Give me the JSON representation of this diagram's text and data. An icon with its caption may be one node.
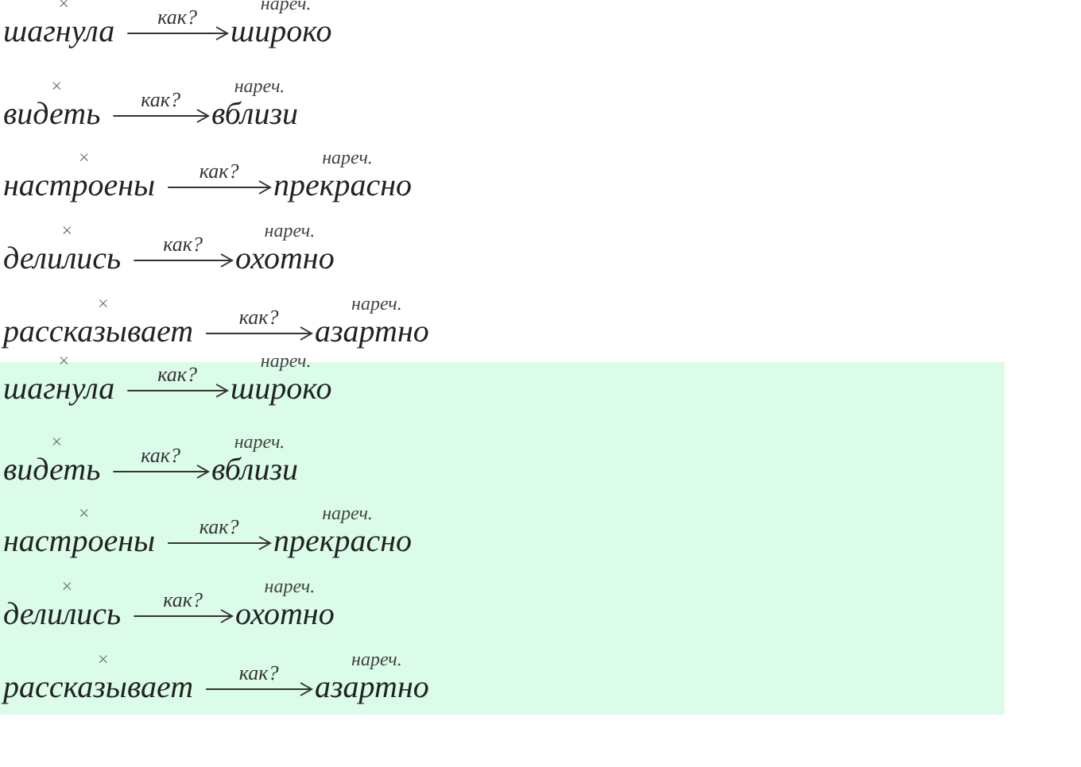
{
  "diagram": {
    "nodes": [
      {
        "text": [
          "шагнула"
        ],
        "beside": [
          "×"
        ]
      },
      {
        "text": [
          "широко"
        ],
        "beside": [
          "нареч."
        ]
      },
      {
        "text": [
          "видеть"
        ],
        "beside": [
          "×"
        ]
      },
      {
        "text": [
          "вблизи"
        ],
        "beside": [
          "нареч."
        ]
      },
      {
        "text": [
          "настроены"
        ],
        "beside": [
          "×"
        ]
      },
      {
        "text": [
          "прекрасно"
        ],
        "beside": [
          "нареч."
        ]
      },
      {
        "text": [
          "делились"
        ],
        "beside": [
          "×"
        ]
      },
      {
        "text": [
          "охотно"
        ],
        "beside": [
          "нареч."
        ]
      },
      {
        "text": [
          "рассказывает"
        ],
        "beside": [
          "×"
        ]
      },
      {
        "text": [
          "азартно"
        ],
        "beside": [
          "нареч."
        ]
      },
      {
        "text": [],
        "shape": "box"
      },
      {
        "text": [
          "шагнула"
        ],
        "beside": [
          "×"
        ],
        "in": 10
      },
      {
        "text": [
          "широко"
        ],
        "beside": [
          "нареч."
        ],
        "in": 10
      },
      {
        "text": [
          "видеть"
        ],
        "beside": [
          "×"
        ],
        "in": 10
      },
      {
        "text": [
          "вблизи"
        ],
        "beside": [
          "нареч."
        ],
        "in": 10
      },
      {
        "text": [
          "настроены"
        ],
        "beside": [
          "×"
        ],
        "in": 10
      },
      {
        "text": [
          "прекрасно"
        ],
        "beside": [
          "нареч."
        ],
        "in": 10
      },
      {
        "text": [
          "делились"
        ],
        "beside": [
          "×"
        ],
        "in": 10
      },
      {
        "text": [
          "охотно"
        ],
        "beside": [
          "нареч."
        ],
        "in": 10
      },
      {
        "text": [
          "рассказывает"
        ],
        "beside": [
          "×"
        ],
        "in": 10
      },
      {
        "text": [
          "азартно"
        ],
        "beside": [
          "нареч."
        ],
        "in": 10
      }
    ],
    "edges": [
      {
        "from": 0,
        "to": 1,
        "arrow": "to",
        "label": "как?"
      },
      {
        "from": 2,
        "to": 3,
        "arrow": "to",
        "label": "как?"
      },
      {
        "from": 4,
        "to": 5,
        "arrow": "to",
        "label": "как?"
      },
      {
        "from": 6,
        "to": 7,
        "arrow": "to",
        "label": "как?"
      },
      {
        "from": 8,
        "to": 9,
        "arrow": "to",
        "label": "как?"
      },
      {
        "from": 11,
        "to": 12,
        "arrow": "to",
        "label": "как?"
      },
      {
        "from": 13,
        "to": 14,
        "arrow": "to",
        "label": "как?"
      },
      {
        "from": 15,
        "to": 16,
        "arrow": "to",
        "label": "как?"
      },
      {
        "from": 17,
        "to": 18,
        "arrow": "to",
        "label": "как?"
      },
      {
        "from": 19,
        "to": 20,
        "arrow": "to",
        "label": "как?"
      }
    ]
  }
}
